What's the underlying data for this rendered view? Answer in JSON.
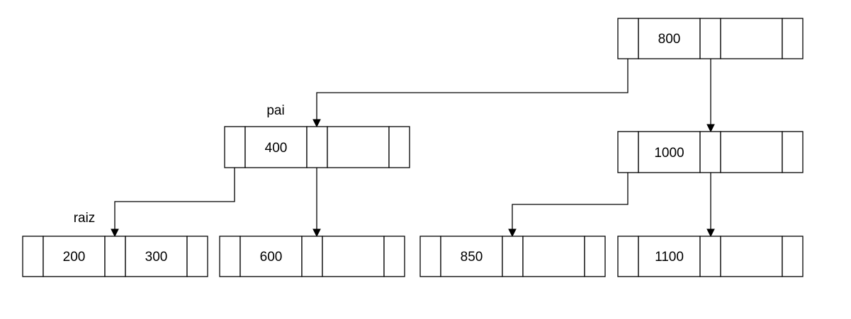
{
  "nodes": {
    "root_800": {
      "keys": [
        "800",
        ""
      ]
    },
    "pai_400": {
      "keys": [
        "400",
        ""
      ]
    },
    "node_1000": {
      "keys": [
        "1000",
        ""
      ]
    },
    "raiz_200_300": {
      "keys": [
        "200",
        "300"
      ]
    },
    "leaf_600": {
      "keys": [
        "600",
        ""
      ]
    },
    "leaf_850": {
      "keys": [
        "850",
        ""
      ]
    },
    "leaf_1100": {
      "keys": [
        "1100",
        ""
      ]
    }
  },
  "labels": {
    "pai": "pai",
    "raiz": "raiz"
  },
  "edges": [
    {
      "from": "root_800",
      "to": "pai_400"
    },
    {
      "from": "root_800",
      "to": "node_1000"
    },
    {
      "from": "pai_400",
      "to": "raiz_200_300"
    },
    {
      "from": "pai_400",
      "to": "leaf_600"
    },
    {
      "from": "node_1000",
      "to": "leaf_850"
    },
    {
      "from": "node_1000",
      "to": "leaf_1100"
    }
  ]
}
